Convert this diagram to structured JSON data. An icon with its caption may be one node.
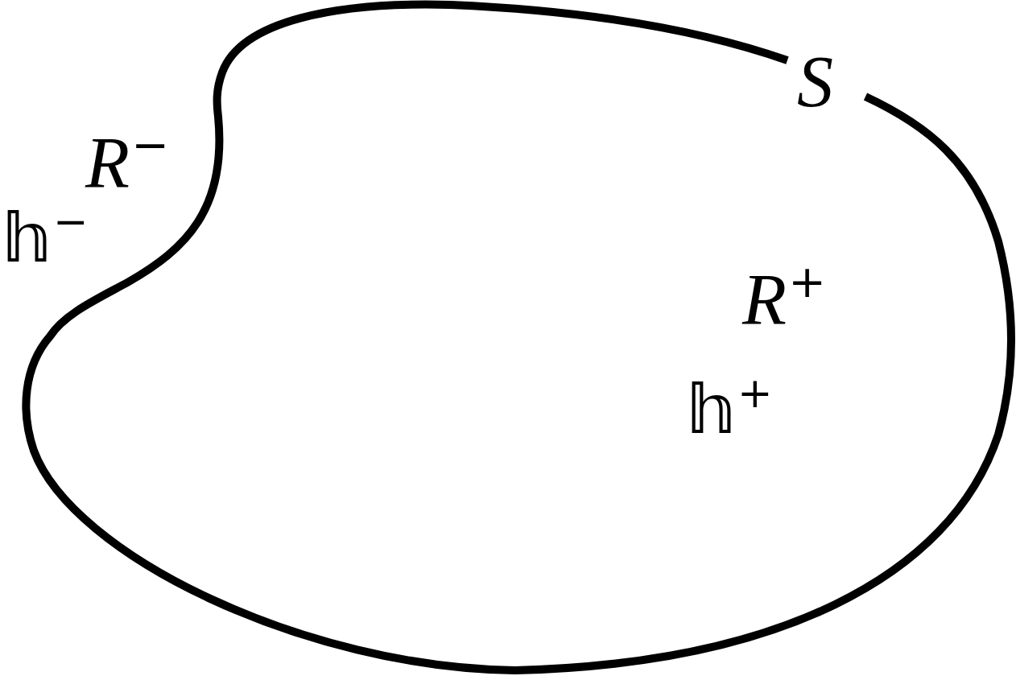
{
  "diagram": {
    "nodes": [
      {
        "text": [
          "S",
          "*R*$^{+}$",
          "𝕙$^{+}$"
        ]
      }
    ],
    "labels": [
      "*R*$^{−}$",
      "𝕙$^{−}$"
    ]
  }
}
